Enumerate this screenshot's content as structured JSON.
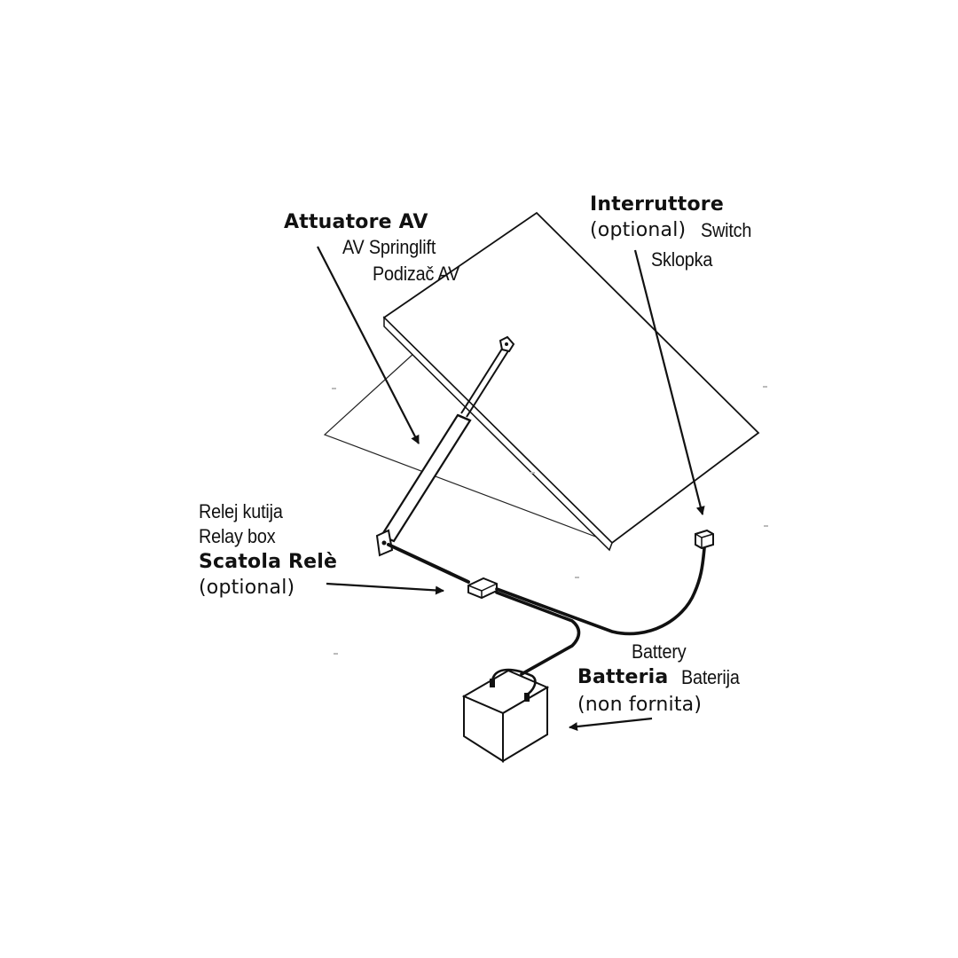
{
  "labels": {
    "actuator_it": "Attuatore AV",
    "actuator_en": "AV Springlift",
    "actuator_hr": "Podizač AV",
    "switch_it": "Interruttore",
    "switch_opt": "(optional)",
    "switch_en": "Switch",
    "switch_hr": "Sklopka",
    "relay_hr": "Relej kutija",
    "relay_en": "Relay box",
    "relay_it": "Scatola Relè",
    "relay_opt": "(optional)",
    "battery_en": "Battery",
    "battery_it": "Batteria",
    "battery_hr": "Baterija",
    "battery_note": "(non fornita)"
  },
  "colors": {
    "ink": "#111111",
    "background": "#ffffff"
  }
}
